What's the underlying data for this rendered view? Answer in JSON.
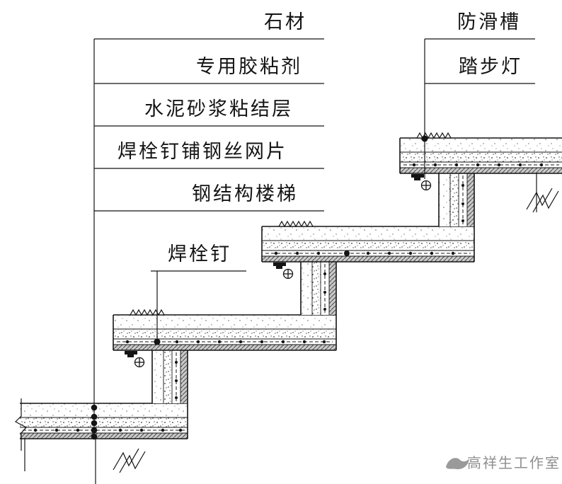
{
  "callouts_left": {
    "stone": "石材",
    "adhesive": "专用胶粘剂",
    "mortar_layer": "水泥砂浆粘结层",
    "mesh_layer": "焊栓钉铺钢丝网片",
    "steel_stair": "钢结构楼梯",
    "stud": "焊栓钉"
  },
  "callouts_right": {
    "antislip_groove": "防滑槽",
    "step_light": "踏步灯"
  },
  "watermark": {
    "text": "高祥生工作室"
  },
  "colors": {
    "line": "#141414",
    "watermark": "#8f8f8f"
  },
  "icons": {
    "step_light_symbol": "circle-cross-light-icon",
    "break_mark": "break-line-icon"
  }
}
